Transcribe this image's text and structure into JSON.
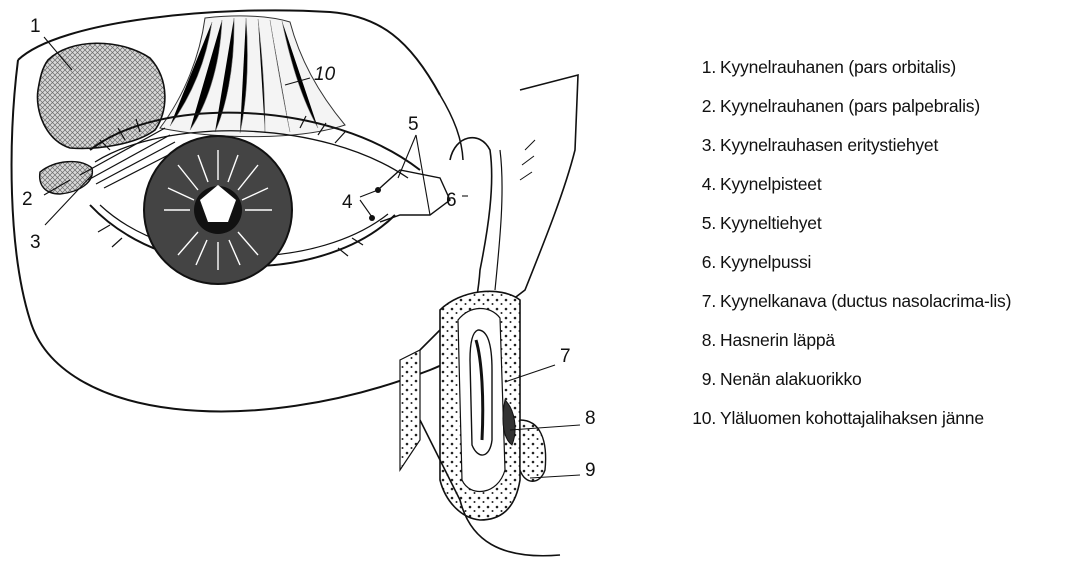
{
  "figure": {
    "callouts": [
      "1",
      "2",
      "3",
      "4",
      "5",
      "6",
      "7",
      "8",
      "9",
      "10"
    ]
  },
  "legend": [
    {
      "num": "1.",
      "text": "Kyynelrauhanen (pars orbitalis)"
    },
    {
      "num": "2.",
      "text": "Kyynelrauhanen (pars palpebralis)"
    },
    {
      "num": "3.",
      "text": "Kyynelrauhasen eritystiehyet"
    },
    {
      "num": "4.",
      "text": "Kyynelpisteet"
    },
    {
      "num": "5.",
      "text": "Kyyneltiehyet"
    },
    {
      "num": "6.",
      "text": "Kyynelpussi"
    },
    {
      "num": "7.",
      "text": "Kyynelkanava (ductus nasolacrima-lis)"
    },
    {
      "num": "8.",
      "text": "Hasnerin läppä"
    },
    {
      "num": "9.",
      "text": "Nenän alakuorikko"
    },
    {
      "num": "10.",
      "text": "Yläluomen kohottajalihaksen jänne"
    }
  ]
}
